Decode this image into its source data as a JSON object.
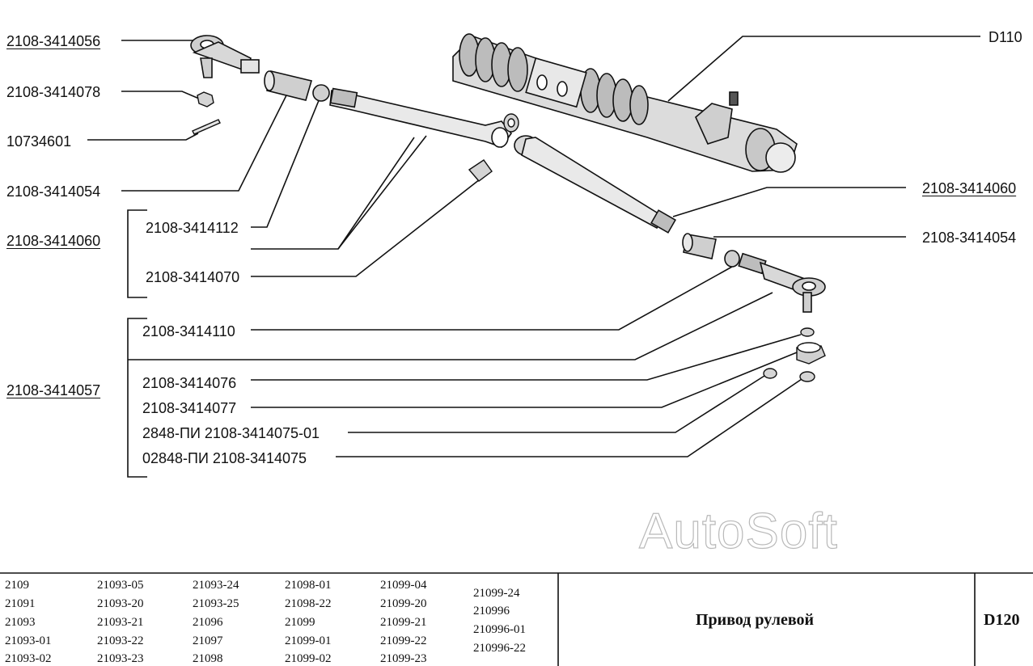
{
  "parts": {
    "p1": "2108-3414056",
    "p2": "2108-3414078",
    "p3": "10734601",
    "p4": "2108-3414054",
    "p5": "2108-3414060",
    "p6": "2108-3414112",
    "p7": "2108-3414070",
    "p8": "2108-3414110",
    "p9": "2108-3414057",
    "p10": "2108-3414076",
    "p11": "2108-3414077",
    "p12": "2848-ПИ  2108-3414075-01",
    "p13": "02848-ПИ  2108-3414075",
    "r1": "D110",
    "r2": "2108-3414060",
    "r3": "2108-3414054"
  },
  "watermark": "AutoSoft",
  "footer": {
    "models": [
      [
        "2109",
        "21091",
        "21093",
        "21093-01",
        "21093-02"
      ],
      [
        "21093-05",
        "21093-20",
        "21093-21",
        "21093-22",
        "21093-23"
      ],
      [
        "21093-24",
        "21093-25",
        "21096",
        "21097",
        "21098"
      ],
      [
        "21098-01",
        "21098-22",
        "21099",
        "21099-01",
        "21099-02"
      ],
      [
        "21099-04",
        "21099-20",
        "21099-21",
        "21099-22",
        "21099-23"
      ],
      [
        "21099-24",
        "210996",
        "210996-01",
        "210996-22"
      ]
    ],
    "title": "Привод рулевой",
    "code": "D120"
  }
}
